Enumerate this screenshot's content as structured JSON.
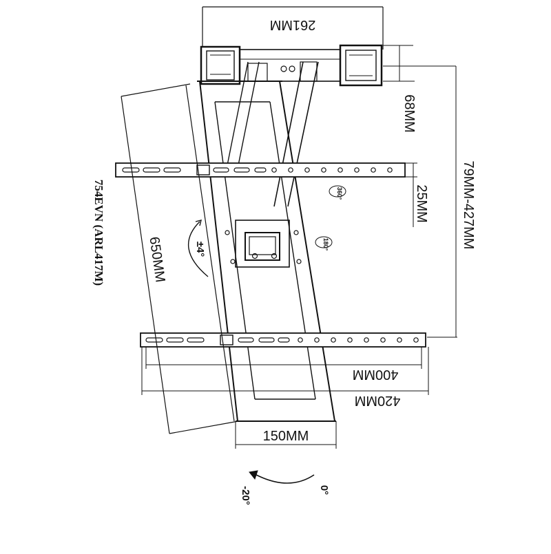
{
  "diagram": {
    "model_label": "754EVN (ARL417M)",
    "dimensions": {
      "top_width": "261MM",
      "arm_depth": "68MM",
      "extension": "79MM-427MM",
      "rail_gap": "25MM",
      "height": "650MM",
      "inner_width": "400MM",
      "outer_width": "420MM",
      "plate_width": "150MM"
    },
    "angles": {
      "swivel_a": "360°",
      "swivel_b": "180°",
      "rotation": "±4°",
      "tilt_start": "0°",
      "tilt_end": "-20°"
    },
    "colors": {
      "line": "#111111",
      "background": "#ffffff"
    }
  }
}
